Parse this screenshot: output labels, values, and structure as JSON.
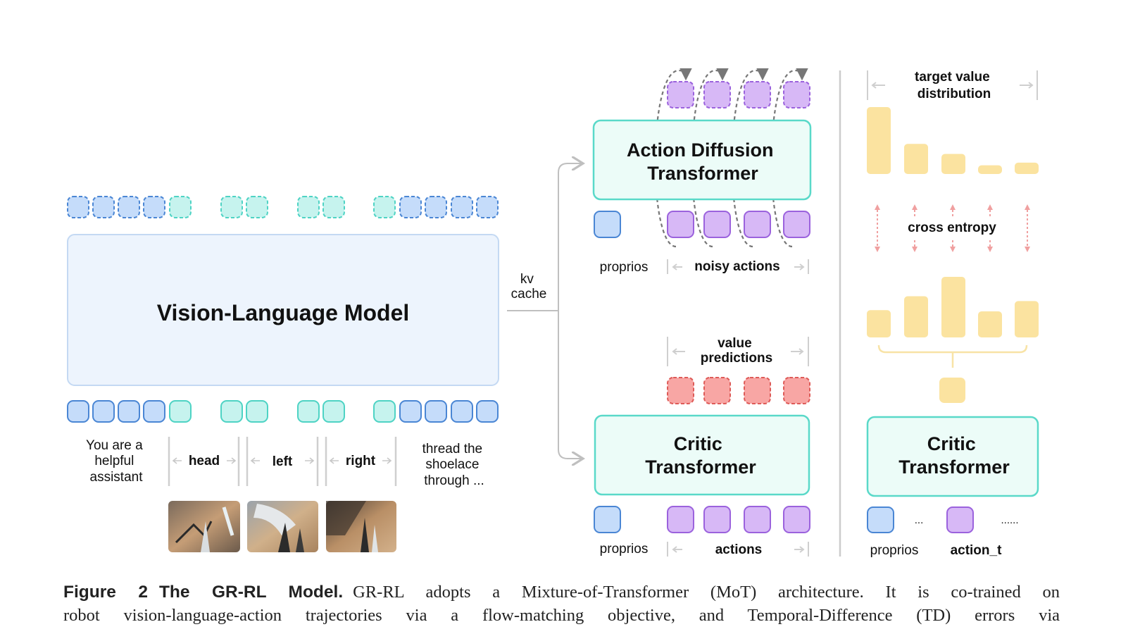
{
  "vlm": {
    "title": "Vision-Language Model",
    "prompt_text": [
      "You are a",
      "helpful",
      "assistant"
    ],
    "instruction_text": [
      "thread the",
      "shoelace",
      "through ..."
    ],
    "camera_labels": [
      "head",
      "left",
      "right"
    ],
    "images": [
      "head camera view",
      "left wrist camera view",
      "right wrist camera view"
    ]
  },
  "kv_cache": [
    "kv",
    "cache"
  ],
  "action_expert": {
    "title": [
      "Action Diffusion",
      "Transformer"
    ],
    "proprio_label": "proprios",
    "noisy_actions_label": "noisy actions"
  },
  "critic": {
    "title": [
      "Critic",
      "Transformer"
    ],
    "proprio_label": "proprios",
    "actions_label": "actions",
    "value_predictions_label": [
      "value",
      "predictions"
    ]
  },
  "critic_detail": {
    "title": [
      "Critic",
      "Transformer"
    ],
    "proprio_label": "proprios",
    "action_label": "action_t",
    "ellipsis_short": "...",
    "ellipsis_long": "......",
    "target_label": [
      "target value",
      "distribution"
    ],
    "loss_label": "cross entropy",
    "target_distribution": [
      1.0,
      0.45,
      0.3,
      0.13,
      0.17
    ],
    "predicted_distribution": [
      0.45,
      0.68,
      1.0,
      0.43,
      0.6
    ]
  },
  "colors": {
    "blue_fill": "#c5dcfa",
    "blue_stroke": "#4a86d4",
    "teal_fill": "#c6f3ee",
    "teal_stroke": "#4ed3c4",
    "purple_fill": "#d7b8f6",
    "purple_stroke": "#9b62dd",
    "red_fill": "#f8a6a4",
    "red_stroke": "#de5b58",
    "yellow": "#fbe3a0"
  },
  "caption": {
    "label": "Figure 2",
    "title": "The GR-RL Model.",
    "line1": "GR-RL adopts a Mixture-of-Transformer (MoT) architecture. It is co-trained on",
    "line2": "robot vision-language-action trajectories via a flow-matching objective, and Temporal-Difference (TD) errors via"
  }
}
